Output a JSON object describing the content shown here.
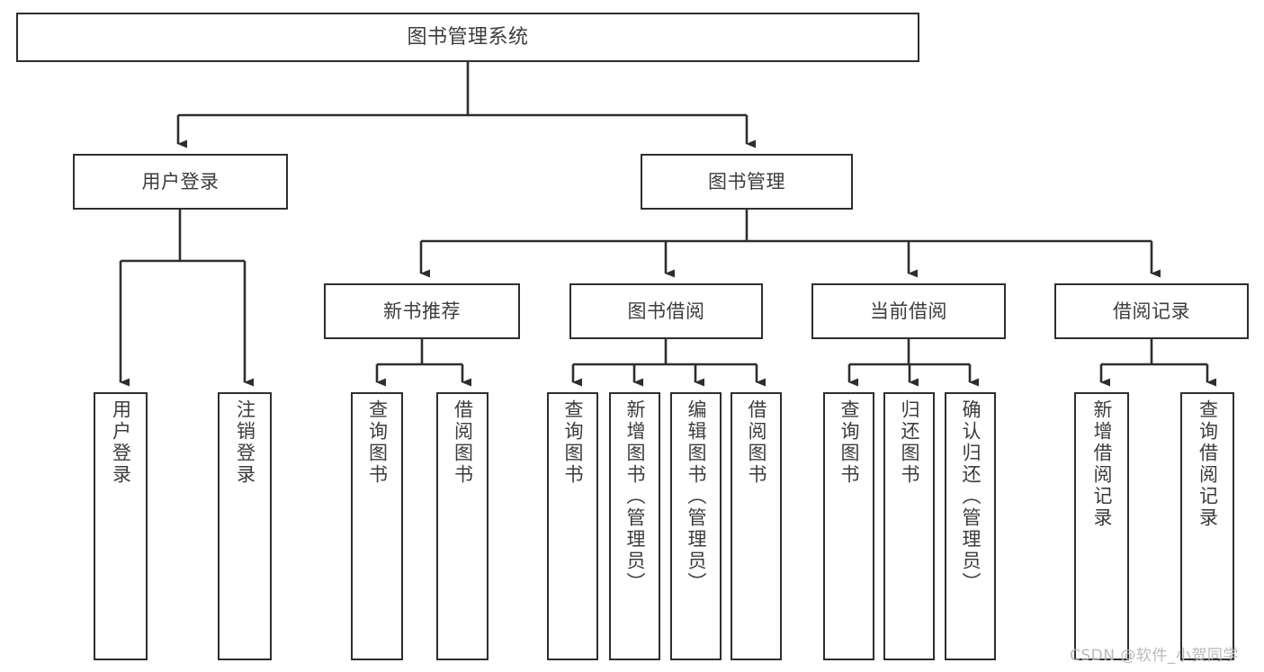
{
  "diagram": {
    "title": "图书管理系统",
    "type": "功能结构图",
    "root": {
      "id": "root",
      "label": "图书管理系统"
    },
    "level2": [
      {
        "id": "user-login",
        "label": "用户登录"
      },
      {
        "id": "book-manage",
        "label": "图书管理"
      }
    ],
    "level3": [
      {
        "id": "new-book-rec",
        "label": "新书推荐"
      },
      {
        "id": "book-borrow",
        "label": "图书借阅"
      },
      {
        "id": "current-borrow",
        "label": "当前借阅"
      },
      {
        "id": "borrow-record",
        "label": "借阅记录"
      }
    ],
    "leaves": [
      {
        "id": "leaf-user-login",
        "label": "用户登录",
        "parent": "用户登录"
      },
      {
        "id": "leaf-logout",
        "label": "注销登录",
        "parent": "用户登录"
      },
      {
        "id": "leaf-query-book-1",
        "label": "查询图书",
        "parent": "新书推荐"
      },
      {
        "id": "leaf-borrow-book-1",
        "label": "借阅图书",
        "parent": "新书推荐"
      },
      {
        "id": "leaf-query-book-2",
        "label": "查询图书",
        "parent": "图书借阅"
      },
      {
        "id": "leaf-add-book",
        "label": "新增图书（管理员）",
        "parent": "图书借阅"
      },
      {
        "id": "leaf-edit-book",
        "label": "编辑图书（管理员）",
        "parent": "图书借阅"
      },
      {
        "id": "leaf-borrow-book-2",
        "label": "借阅图书",
        "parent": "图书借阅"
      },
      {
        "id": "leaf-query-book-3",
        "label": "查询图书",
        "parent": "当前借阅"
      },
      {
        "id": "leaf-return-book",
        "label": "归还图书",
        "parent": "当前借阅"
      },
      {
        "id": "leaf-confirm-return",
        "label": "确认归还（管理员）",
        "parent": "当前借阅"
      },
      {
        "id": "leaf-add-record",
        "label": "新增借阅记录",
        "parent": "借阅记录"
      },
      {
        "id": "leaf-query-record",
        "label": "查询借阅记录",
        "parent": "借阅记录"
      }
    ],
    "watermark": "CSDN @软件_小贺同学",
    "colors": {
      "background": "#ffffff",
      "border": "#2e2e2e",
      "text": "#3c3c3c",
      "edge": "#2e2e2e",
      "watermark": "#b9b9b9"
    }
  }
}
